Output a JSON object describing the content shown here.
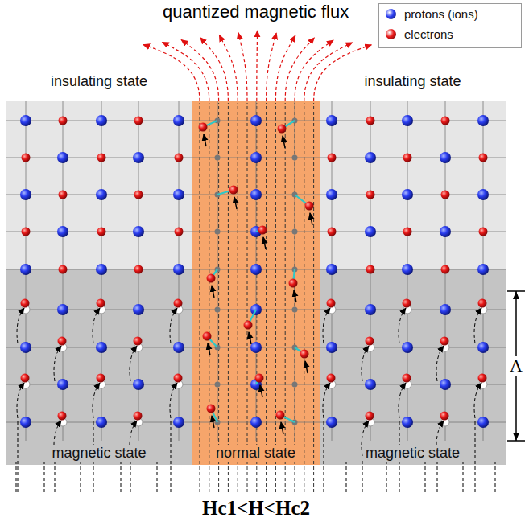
{
  "diagram": {
    "title": "quantized magnetic flux",
    "nodes": [
      {
        "text": [
          "insulating state"
        ]
      },
      {
        "text": [
          "insulating state"
        ]
      },
      {
        "text": [
          "magnetic state"
        ]
      },
      {
        "text": [
          "magnetic state"
        ]
      },
      {
        "text": [
          "normal state"
        ]
      }
    ],
    "labels": [
      "Λ",
      "Hc1<H<Hc2"
    ],
    "legend": [
      {
        "text": "protons (ions)",
        "color": "#2a3df0"
      },
      {
        "text": "electrons",
        "color": "#e81818"
      }
    ]
  }
}
